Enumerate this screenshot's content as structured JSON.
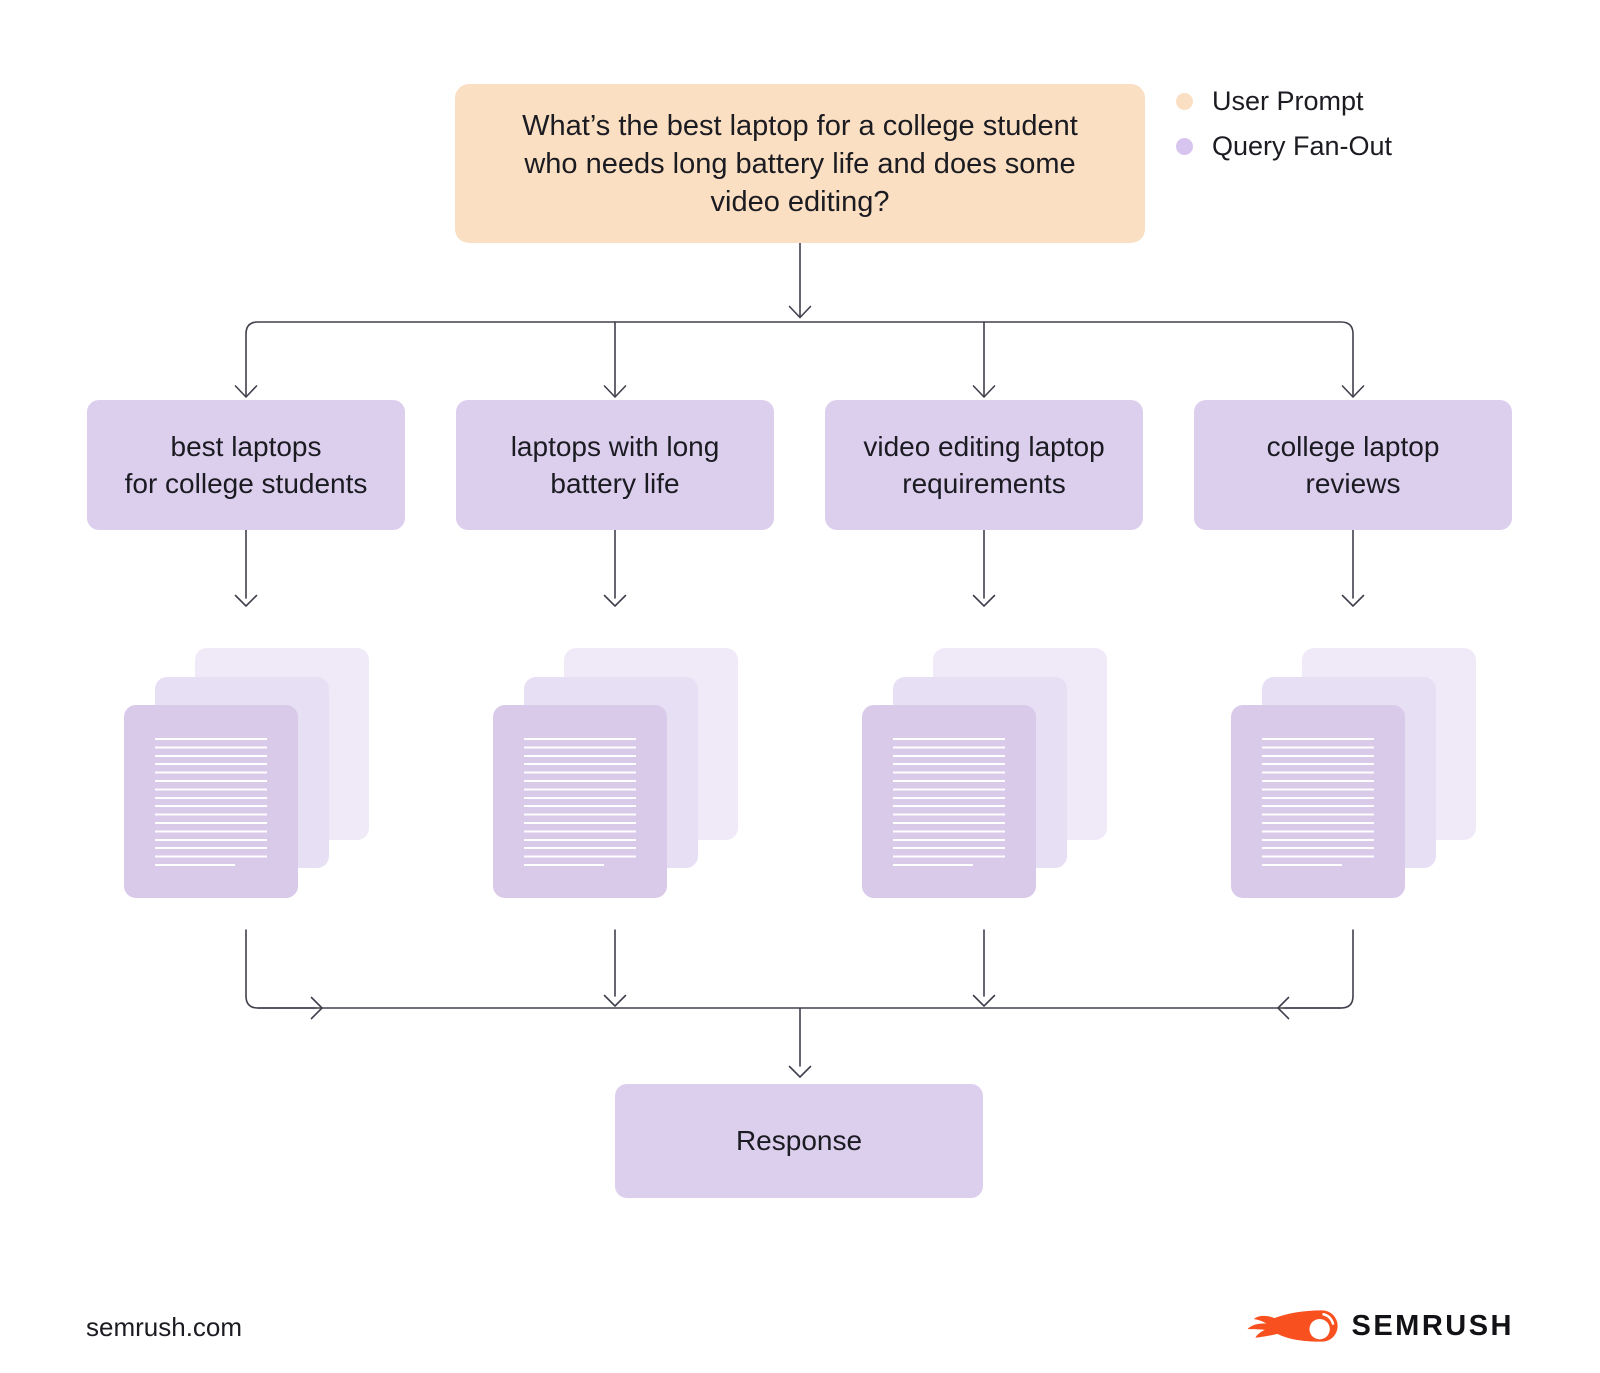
{
  "legend": {
    "items": [
      {
        "label": "User Prompt",
        "color": "#FBDFC2"
      },
      {
        "label": "Query Fan-Out",
        "color": "#D8C5EF"
      }
    ]
  },
  "diagram": {
    "user_prompt": "What’s the best laptop for a college student\nwho needs long battery life and does some\nvideo editing?",
    "queries": [
      {
        "label": "best laptops\nfor college students"
      },
      {
        "label": "laptops with long\nbattery life"
      },
      {
        "label": "video editing laptop\nrequirements"
      },
      {
        "label": "college laptop\nreviews"
      }
    ],
    "response_label": "Response"
  },
  "footer": {
    "site": "semrush.com",
    "brand": "SEMRUSH"
  },
  "colors": {
    "user_prompt_fill": "#FBDFC2",
    "query_fill": "#DCCEED",
    "doc_front": "#D9CAEA",
    "doc_middle": "#E7DFF4",
    "doc_back": "#F0EAF8",
    "arrow": "#40404c",
    "brand_orange": "#F8501E"
  }
}
